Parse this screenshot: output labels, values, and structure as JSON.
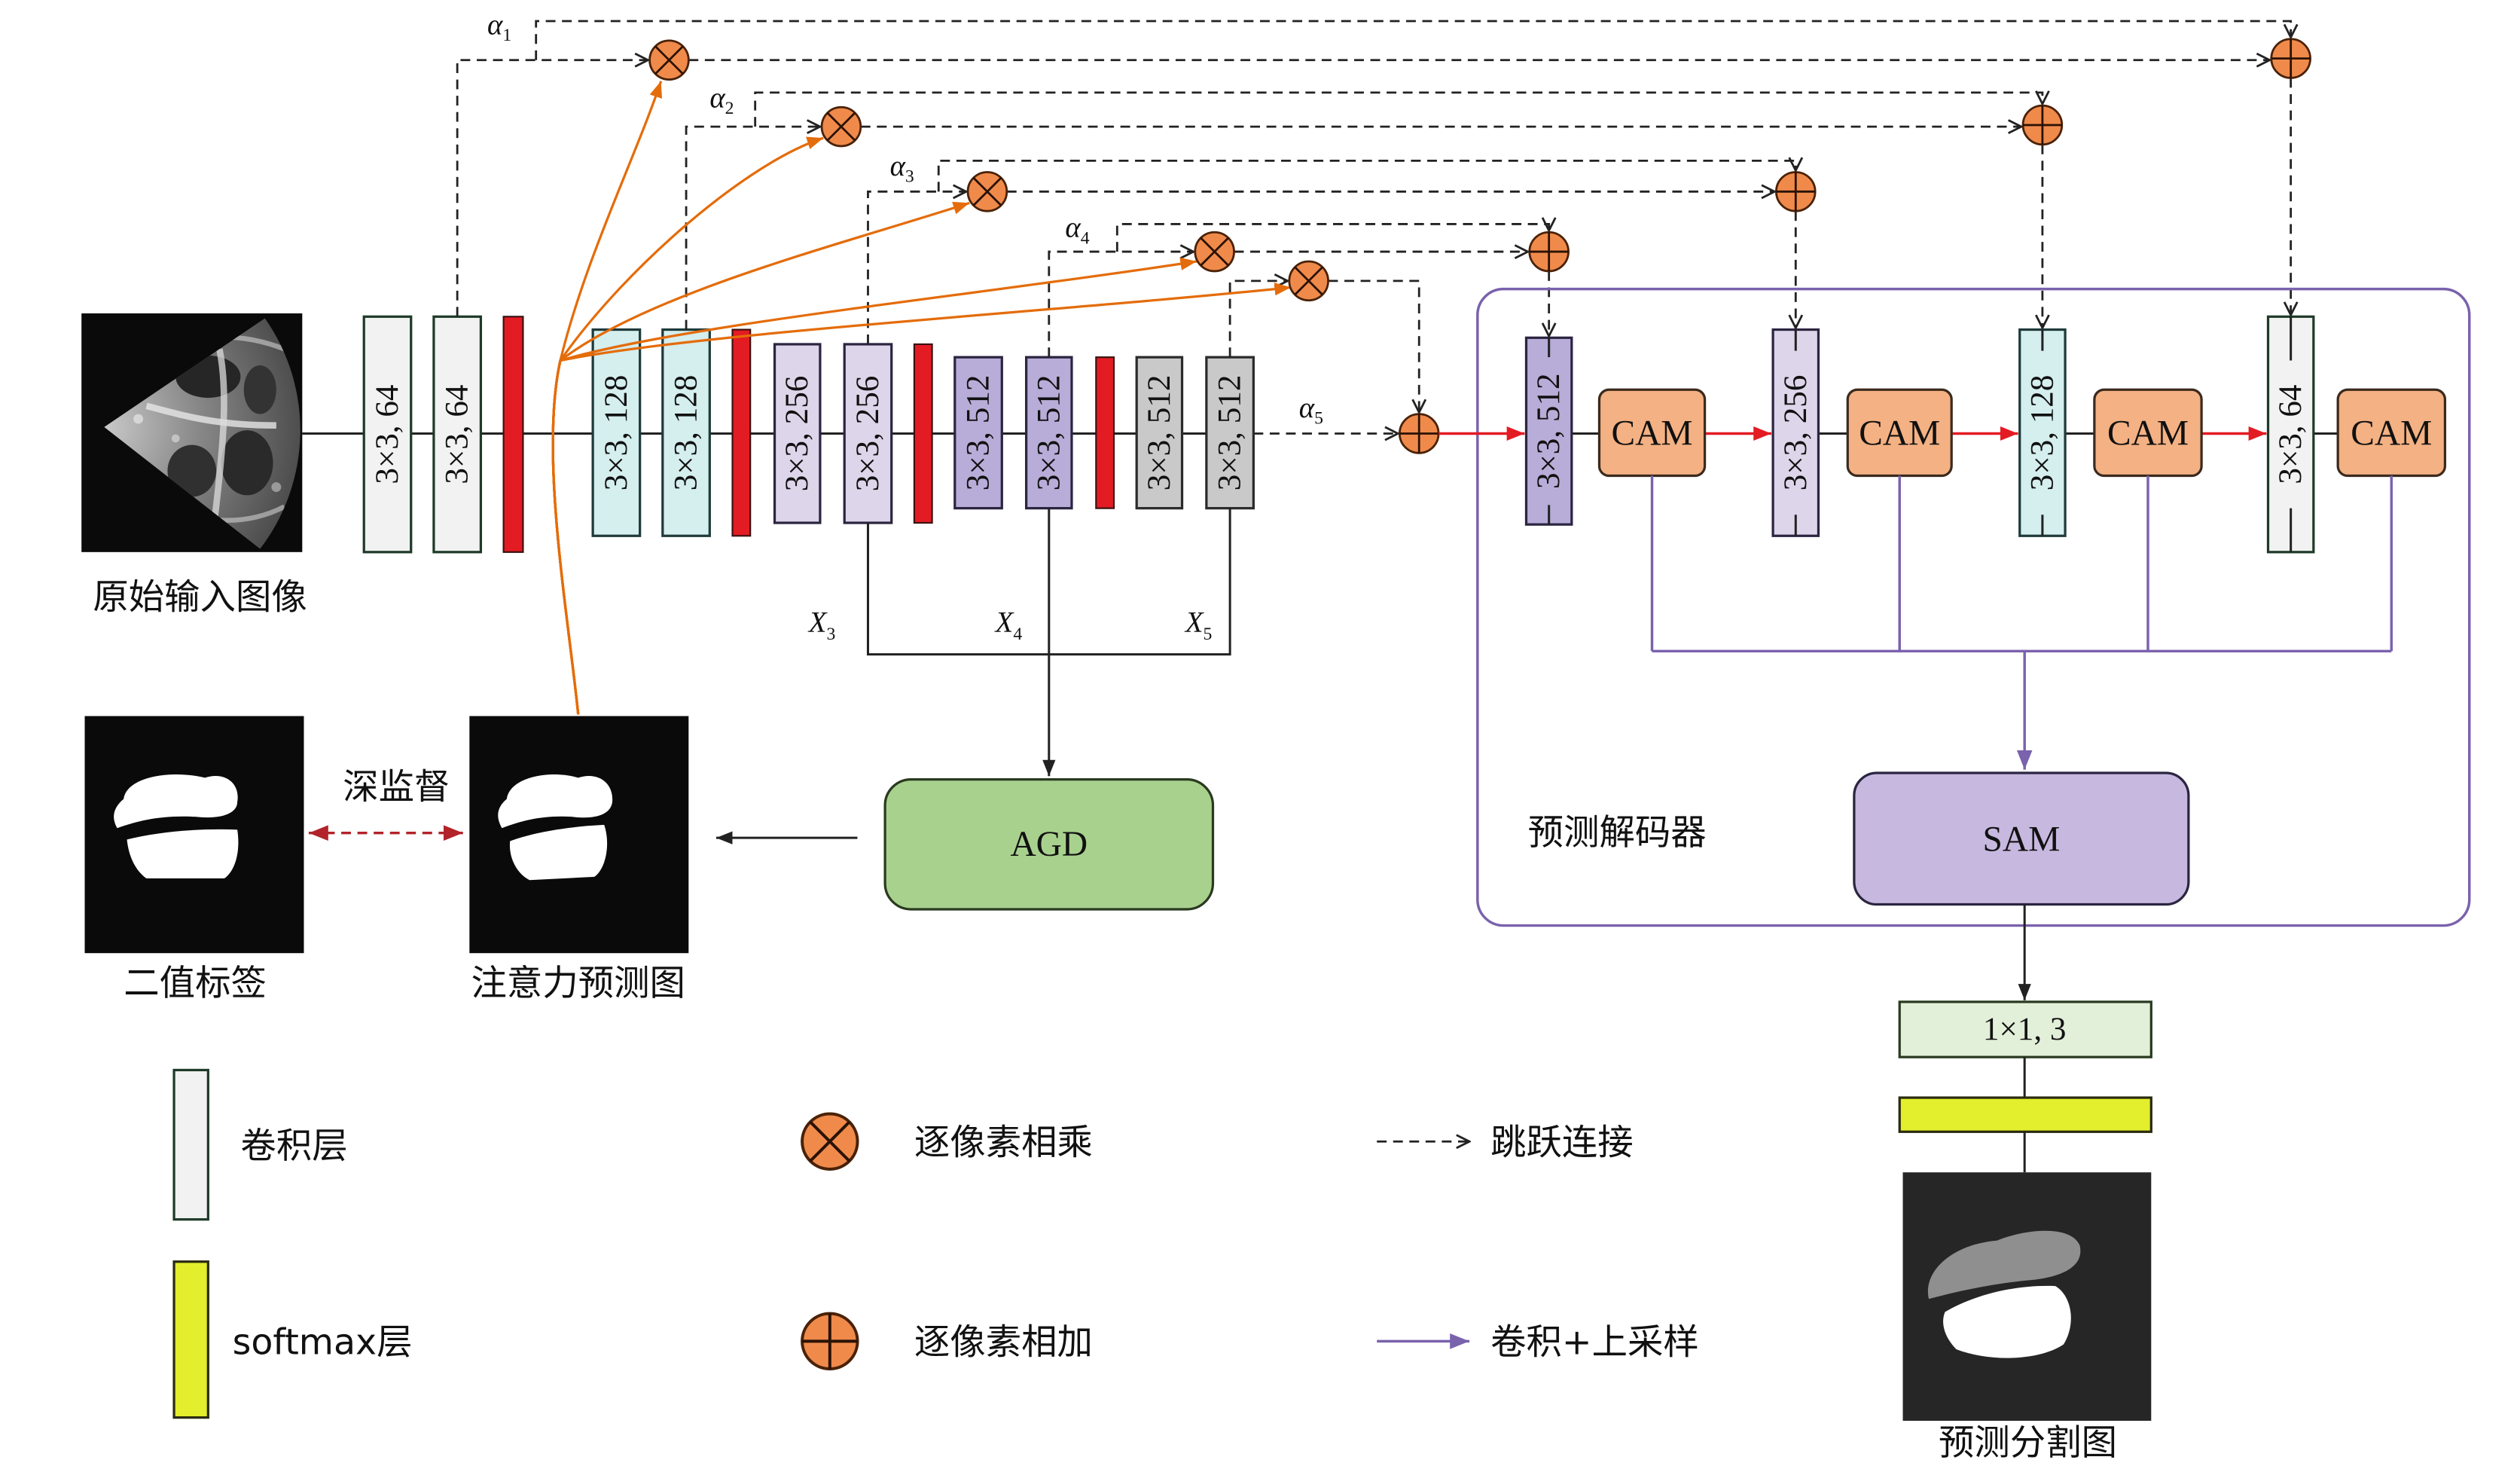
{
  "figure": {
    "input_image_label": "原始输入图像",
    "encoder": {
      "blocks": [
        "3×3, 64",
        "3×3, 64",
        "3×3, 128",
        "3×3, 128",
        "3×3, 256",
        "3×3, 256",
        "3×3, 512",
        "3×3, 512",
        "3×3, 512",
        "3×3, 512"
      ]
    },
    "skip_weights": [
      {
        "base": "α",
        "sub": "1"
      },
      {
        "base": "α",
        "sub": "2"
      },
      {
        "base": "α",
        "sub": "3"
      },
      {
        "base": "α",
        "sub": "4"
      },
      {
        "base": "α",
        "sub": "5"
      }
    ],
    "features": [
      {
        "base": "X",
        "sub": "3"
      },
      {
        "base": "X",
        "sub": "4"
      },
      {
        "base": "X",
        "sub": "5"
      }
    ],
    "agd_label": "AGD",
    "attention_map_label": "注意力预测图",
    "binary_label_label": "二值标签",
    "deep_supervision_label": "深监督",
    "decoder": {
      "title": "预测解码器",
      "blocks": [
        "3×3, 512",
        "3×3, 256",
        "3×3, 128",
        "3×3, 64"
      ],
      "cam_labels": [
        "CAM",
        "CAM",
        "CAM",
        "CAM"
      ],
      "sam_label": "SAM"
    },
    "output_head": {
      "conv_label": "1×1, 3",
      "result_label": "预测分割图"
    }
  },
  "legend": [
    {
      "label": "卷积层",
      "icon": "conv-layer-swatch"
    },
    {
      "label": "softmax层",
      "icon": "softmax-layer-swatch"
    },
    {
      "label": "逐像素相乘",
      "icon": "multiply-icon"
    },
    {
      "label": "逐像素相加",
      "icon": "add-icon"
    },
    {
      "label": "跳跃连接",
      "icon": "dashed-arrow-icon"
    },
    {
      "label": "卷积+上采样",
      "icon": "purple-arrow-icon"
    }
  ],
  "colors": {
    "conv_64": "#f2f2f2",
    "conv_128": "#d5eeee",
    "conv_256": "#ddd5ea",
    "conv_512": "#b8add8",
    "conv_512_gray": "#c9c9c9",
    "encoder_bar": "#e31b23",
    "cam": "#f4b183",
    "agd": "#a9d18e",
    "sam": "#c7b8e0",
    "output_conv": "#e2efd9",
    "softmax_layer": "#e3ee2c",
    "operator": "#f08a4b",
    "attention_path": "#e46c0a",
    "upsample_path": "#7a62ad",
    "decoder_flow": "#e31b23",
    "deep_supervision": "#b2232a"
  }
}
